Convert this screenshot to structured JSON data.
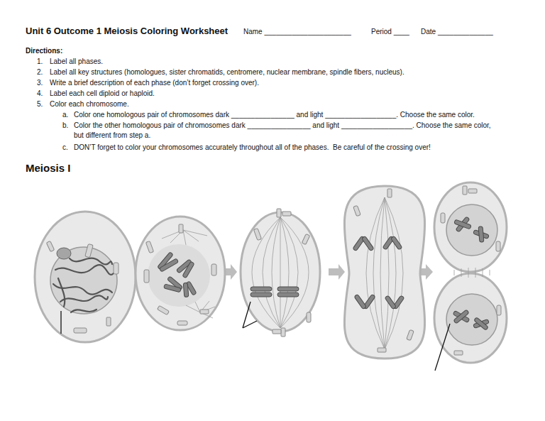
{
  "diagram": {
    "title": "Unit 6 Outcome 1 Meiosis Coloring Worksheet",
    "labels": [
      "Name ______________________",
      "Period ____",
      "Date ______________",
      "Directions:",
      "1.",
      "Label all phases.",
      "2.",
      "Label all key structures (homologues, sister chromatids, centromere, nuclear membrane, spindle fibers, nucleus).",
      "3.",
      "Write a brief description of each phase (don’t forget crossing over).",
      "4.",
      "Label each cell diploid or haploid.",
      "5.",
      "Color each chromosome.",
      "a.",
      "Color one homologous pair of chromosomes dark ________________ and light __________________. Choose the same color.",
      "b.",
      "Color the other homologous pair of chromosomes dark ________________ and light __________________. Choose the same color, but different from step a.",
      "c.",
      "DON’T forget to color your chromosomes accurately throughout all of the phases.  Be careful of the crossing over!",
      "Meiosis I"
    ]
  }
}
